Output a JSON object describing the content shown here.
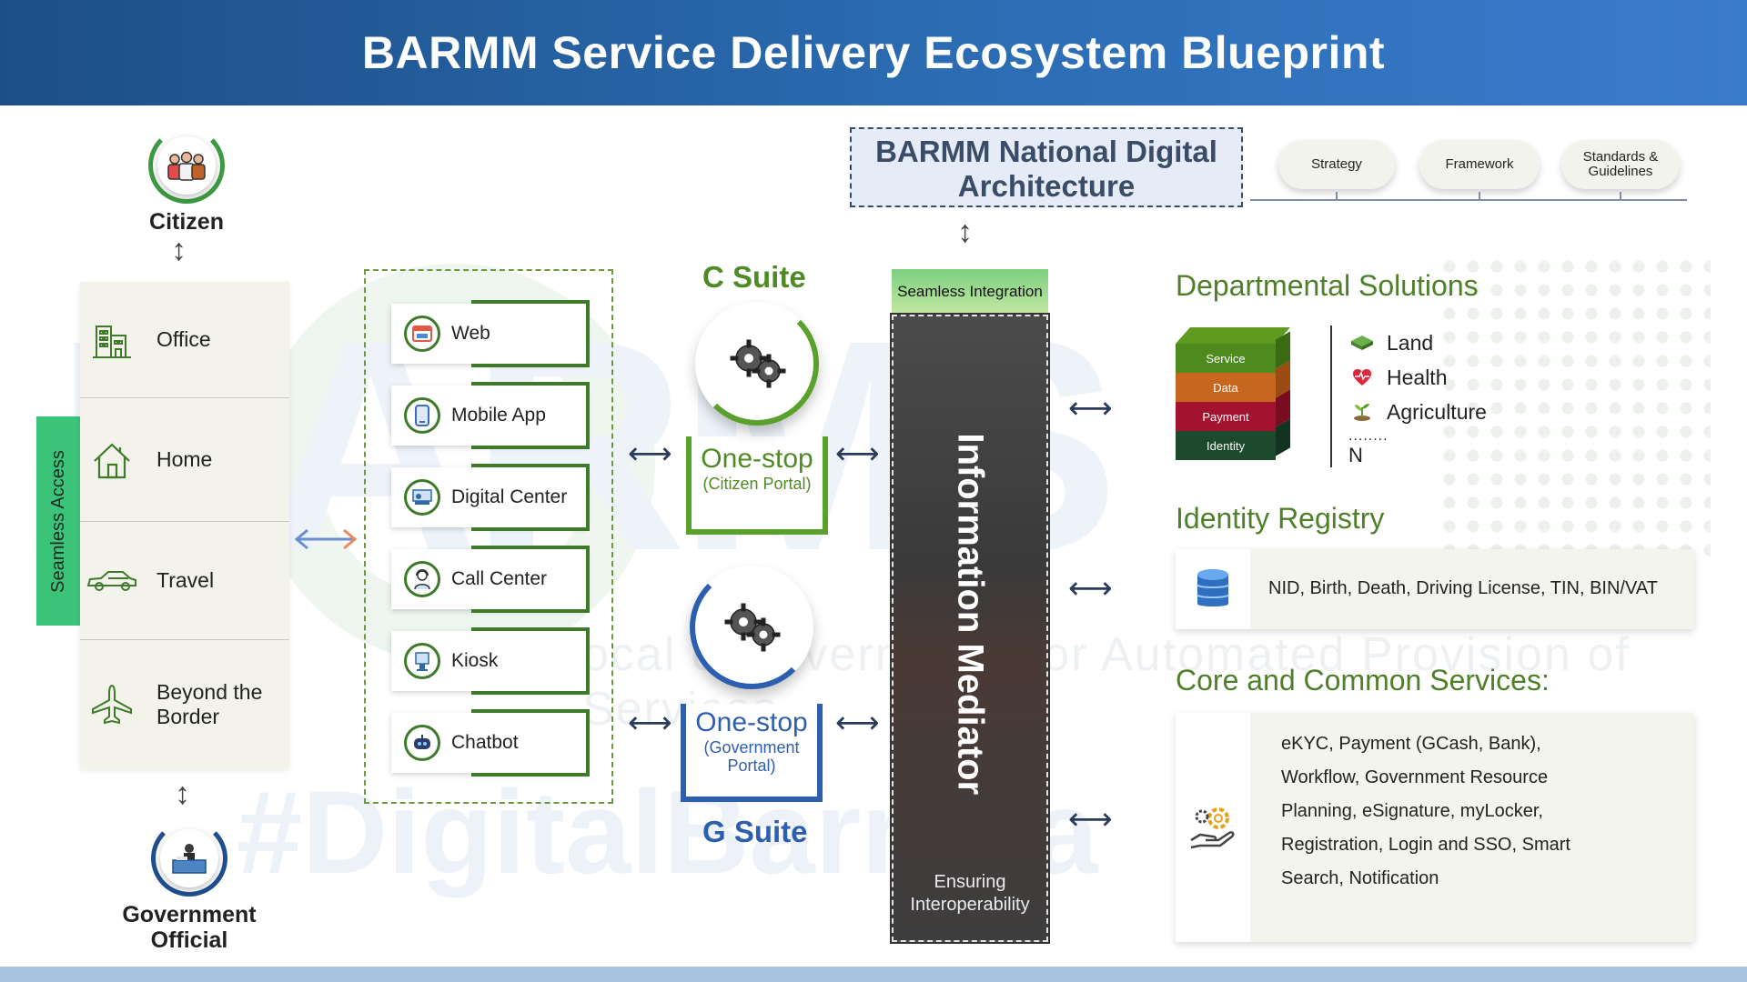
{
  "header": {
    "title": "BARMM Service Delivery Ecosystem Blueprint"
  },
  "watermark": {
    "big": "BARMS",
    "hashtag": "#DigitalBarmsa",
    "subtitle": "ocal e-Governance for Automated Provision of Services"
  },
  "citizen": {
    "label": "Citizen"
  },
  "official": {
    "label": "Government Official"
  },
  "seamless_access": "Seamless Access",
  "access_points": [
    {
      "label": "Office",
      "icon": "office-building-icon"
    },
    {
      "label": "Home",
      "icon": "home-icon"
    },
    {
      "label": "Travel",
      "icon": "car-icon"
    },
    {
      "label": "Beyond the Border",
      "icon": "airplane-icon"
    }
  ],
  "channels": [
    {
      "label": "Web",
      "icon": "web-browser-icon"
    },
    {
      "label": "Mobile App",
      "icon": "mobile-phone-icon"
    },
    {
      "label": "Digital Center",
      "icon": "digital-center-icon"
    },
    {
      "label": "Call Center",
      "icon": "call-center-agent-icon"
    },
    {
      "label": "Kiosk",
      "icon": "kiosk-icon"
    },
    {
      "label": "Chatbot",
      "icon": "chatbot-icon"
    }
  ],
  "c_suite": {
    "title": "C Suite",
    "main": "One-stop",
    "sub": "(Citizen Portal)"
  },
  "g_suite": {
    "title": "G Suite",
    "main": "One-stop",
    "sub": "(Government Portal)"
  },
  "mediator": {
    "header": "Seamless Integration",
    "title": "Information Mediator",
    "footer": "Ensuring Interoperability"
  },
  "architecture": {
    "title": "BARMM National Digital Architecture",
    "pills": [
      "Strategy",
      "Framework",
      "Standards & Guidelines"
    ]
  },
  "departmental": {
    "title": "Departmental Solutions",
    "layers": [
      "Service",
      "Data",
      "Payment",
      "Identity"
    ],
    "items": [
      {
        "label": "Land",
        "icon": "land-icon"
      },
      {
        "label": "Health",
        "icon": "heart-icon"
      },
      {
        "label": "Agriculture",
        "icon": "plant-icon"
      }
    ],
    "dots": "........",
    "last": "N"
  },
  "identity_registry": {
    "title": "Identity Registry",
    "text": "NID, Birth, Death, Driving License, TIN, BIN/VAT"
  },
  "core_services": {
    "title": "Core and Common Services:",
    "text": "eKYC, Payment (GCash, Bank), Workflow,  Government Resource Planning, eSignature, myLocker, Registration, Login and SSO, Smart Search, Notification"
  },
  "colors": {
    "header": "#2b6cb3",
    "green": "#4f7f2a",
    "suite_green": "#5aa02c",
    "suite_blue": "#2d5fae",
    "access_tab": "#3cc37a"
  }
}
